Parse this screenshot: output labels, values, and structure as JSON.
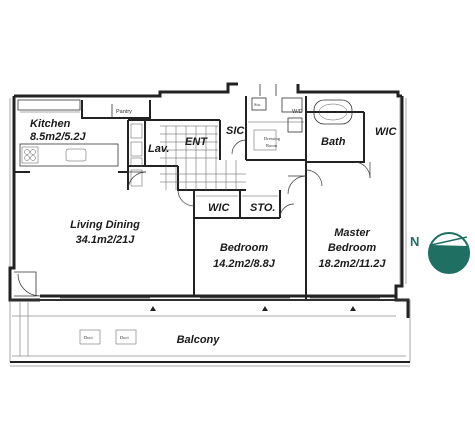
{
  "rooms": {
    "kitchen": {
      "name": "Kitchen",
      "size": "8.5m2/5.2J"
    },
    "pantry": "Pantry",
    "lav": "Lav.",
    "ent": "ENT",
    "sic": "SIC",
    "wd": "W/D",
    "dressing_room_1": "Dressing",
    "dressing_room_2": "Room",
    "bath": "Bath",
    "wic_master": "WIC",
    "living": {
      "name": "Living Dining",
      "size": "34.1m2/21J"
    },
    "wic": "WIC",
    "sto": "STO.",
    "bedroom": {
      "name": "Bedroom",
      "size": "14.2m2/8.8J"
    },
    "master": {
      "name1": "Master",
      "name2": "Bedroom",
      "size": "18.2m2/11.2J"
    },
    "balcony": "Balcony",
    "sta": "Sta.",
    "duct_1": "Duct",
    "duct_2": "Duct"
  },
  "compass": {
    "label": "N"
  },
  "colors": {
    "compass": "#1f6f63",
    "walls": "#222222"
  }
}
